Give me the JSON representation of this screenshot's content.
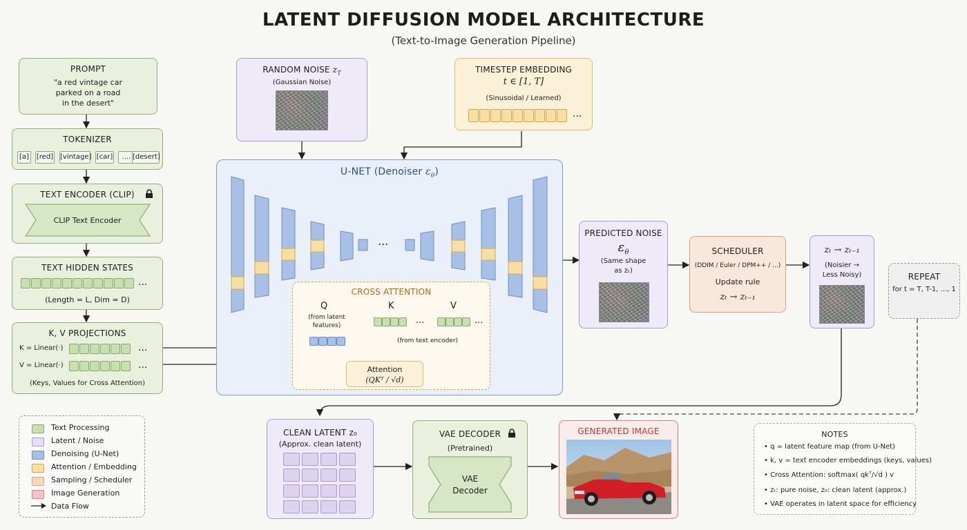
{
  "title": "LATENT DIFFUSION MODEL ARCHITECTURE",
  "subtitle": "(Text-to-Image Generation Pipeline)",
  "prompt": {
    "title": "PROMPT",
    "lines": [
      "\"a red vintage car",
      "parked on a road",
      "in the desert\""
    ]
  },
  "tokenizer": {
    "title": "TOKENIZER",
    "tokens": [
      "[a]",
      "[red]",
      "[vintage]",
      "[car]",
      "....",
      "[desert]"
    ]
  },
  "text_encoder": {
    "title": "TEXT ENCODER (CLIP)",
    "inner": "CLIP Text Encoder",
    "lock_icon": "lock-icon"
  },
  "hidden_states": {
    "title": "TEXT HIDDEN STATES",
    "ellipsis": "...",
    "caption": "(Length = L, Dim = D)"
  },
  "kv": {
    "title": "K, V PROJECTIONS",
    "k_label": "K = Linear(·)",
    "v_label": "V = Linear(·)",
    "ellipsis": "...",
    "caption": "(Keys, Values for Cross Attention)"
  },
  "noise": {
    "title": "RANDOM NOISE",
    "symbol": "z",
    "sub": "T",
    "caption": "(Gaussian Noise)"
  },
  "timestep": {
    "title": "TIMESTEP EMBEDDING",
    "formula": "t ∈ [1, T]",
    "caption": "(Sinusoidal / Learned)",
    "ellipsis": "..."
  },
  "unet": {
    "title": "U-NET (Denoiser ",
    "symbol": "ε",
    "sub": "θ",
    "close": ")",
    "dots": "..."
  },
  "cross_attention": {
    "title": "CROSS ATTENTION",
    "q": "Q",
    "q_caption": [
      "(from latent",
      "features)"
    ],
    "k": "K",
    "v": "V",
    "ellipsis": "...",
    "kv_caption": "(from text encoder)",
    "attention": "Attention",
    "attention_formula": "(QKᵀ / √d)"
  },
  "predicted_noise": {
    "title": "PREDICTED NOISE",
    "symbol": "ε",
    "sub": "θ",
    "caption": [
      "(Same shape",
      "as zₜ)"
    ]
  },
  "scheduler": {
    "title": "SCHEDULER",
    "methods": "(DDIM / Euler / DPM++ / ...)",
    "rule": "Update rule",
    "formula": "zₜ → zₜ₋₁"
  },
  "step": {
    "formula": "zₜ → zₜ₋₁",
    "caption": [
      "(Noisier →",
      "Less Noisy)"
    ]
  },
  "repeat": {
    "title": "REPEAT",
    "caption": "for t = T, T-1, ..., 1"
  },
  "clean_latent": {
    "title": "CLEAN LATENT z₀",
    "caption": "(Approx. clean latent)"
  },
  "vae": {
    "title": "VAE DECODER",
    "caption": "(Pretrained)",
    "inner": [
      "VAE",
      "Decoder"
    ],
    "lock_icon": "lock-icon"
  },
  "generated": {
    "title": "GENERATED IMAGE"
  },
  "legend": [
    {
      "label": "Text Processing",
      "color": "#c9deb1",
      "border": "#86a869"
    },
    {
      "label": "Latent / Noise",
      "color": "#e6def4",
      "border": "#ab9ccd"
    },
    {
      "label": "Denoising (U-Net)",
      "color": "#a8c0e6",
      "border": "#6b8cc2"
    },
    {
      "label": "Attention / Embedding",
      "color": "#f6dfa3",
      "border": "#d5a94b"
    },
    {
      "label": "Sampling / Scheduler",
      "color": "#f6d9b8",
      "border": "#e0a27c"
    },
    {
      "label": "Image Generation",
      "color": "#f4c4c4",
      "border": "#d98080"
    }
  ],
  "legend_flow": "Data Flow",
  "notes": {
    "title": "NOTES",
    "items": [
      "• q = latent feature map (from U-Net)",
      "• k, v = text encoder embeddings (keys, values)",
      "• Cross Attention: softmax( qkᵀ/√d ) v",
      "• zₜ: pure noise,  z₀: clean latent (approx.)",
      "• VAE operates in latent space for efficiency"
    ]
  }
}
